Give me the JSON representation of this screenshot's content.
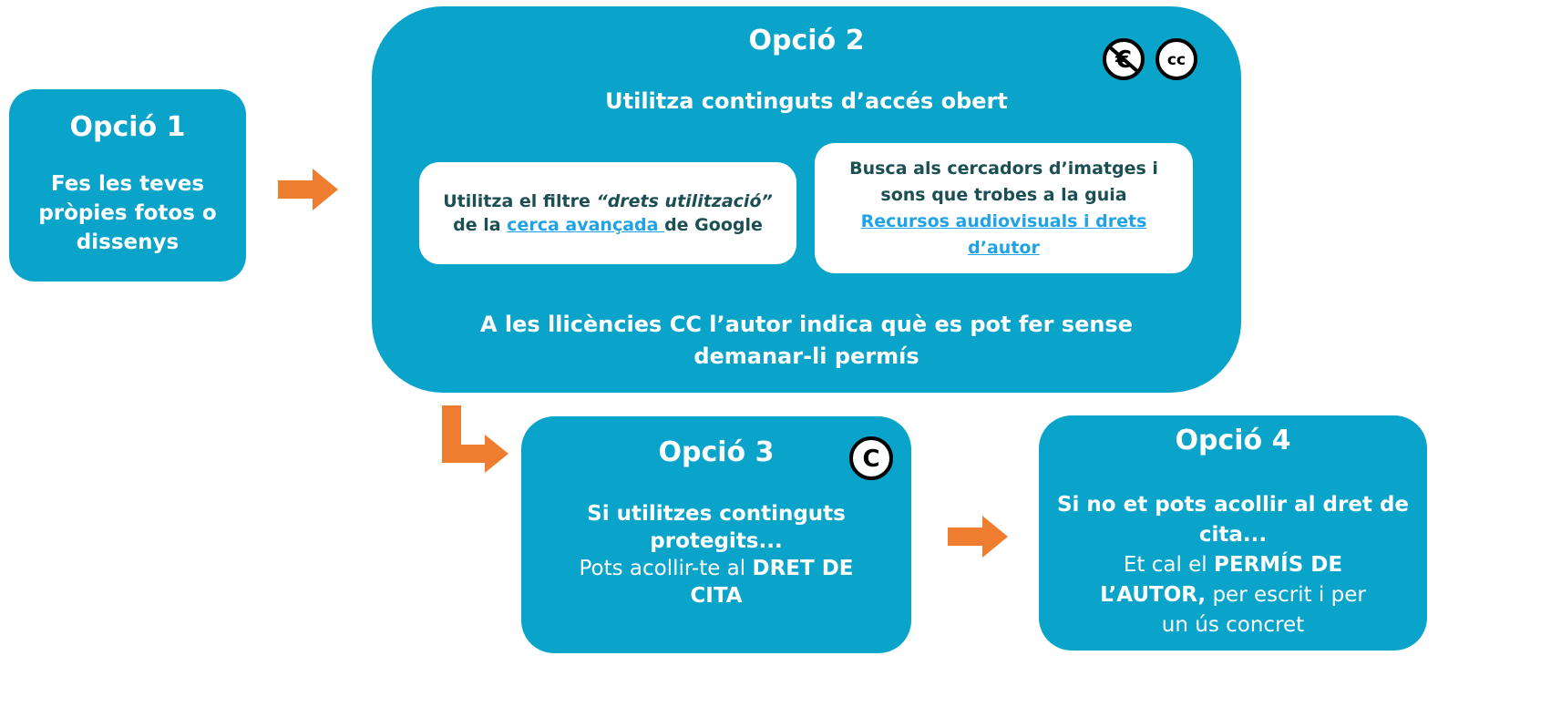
{
  "colors": {
    "box": "#0aa3c9",
    "arrow": "#ee7d30",
    "dark_text": "#1b4f54",
    "link": "#1fa3e6"
  },
  "option1": {
    "title": "Opció 1",
    "body": "Fes les teves pròpies fotos o dissenys"
  },
  "option2": {
    "title": "Opció 2",
    "subtitle": "Utilitza continguts d’accés obert",
    "card_left": {
      "pre": "Utilitza el filtre ",
      "italic": "“drets utilització”",
      "mid": " de la ",
      "link": "cerca avançada ",
      "post": "de Google"
    },
    "card_right": {
      "pre": "Busca als cercadors d’imatges i sons que trobes a la guia ",
      "link": "Recursos audiovisuals i drets d’autor"
    },
    "footer": "A les llicències CC l’autor indica què es pot fer sense demanar-li permís",
    "icons": [
      "no-commercial-icon",
      "creative-commons-icon"
    ]
  },
  "option3": {
    "title": "Opció 3",
    "line1": "Si utilitzes continguts protegits...",
    "line2_pre": "Pots acollir-te al ",
    "line2_bold": "DRET DE CITA",
    "icon": "copyright-icon"
  },
  "option4": {
    "title": "Opció 4",
    "line1": "Si no et pots acollir al dret de cita...",
    "line2_pre": "Et cal el ",
    "line2_bold": "PERMÍS DE L’AUTOR,",
    "line2_post": " per escrit i per un ús concret"
  }
}
